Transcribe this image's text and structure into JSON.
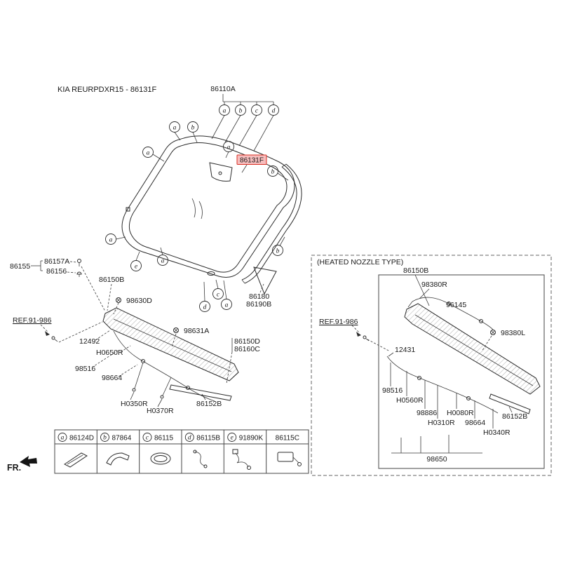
{
  "header": {
    "catalog_code": "KIA REURPDXR15 - 86131F"
  },
  "fr": {
    "label": "FR."
  },
  "callout_letters": {
    "a": "a",
    "b": "b",
    "c": "c",
    "d": "d",
    "e": "e"
  },
  "colors": {
    "highlight_bg": "#f6bdbd",
    "highlight_stroke": "#d93025",
    "highlight_text": "#a31515"
  },
  "main": {
    "assembly": "86110A",
    "highlighted": "86131F",
    "p86155": "86155",
    "p86157A": "86157A",
    "p86156": "86156",
    "p86150B": "86150B",
    "p98630D": "98630D",
    "ref": "REF.91-986",
    "p12492": "12492",
    "p98631A": "98631A",
    "pH0650R": "H0650R",
    "p86150D": "86150D",
    "p86160C": "86160C",
    "p98516": "98516",
    "p98664": "98664",
    "pH0350R": "H0350R",
    "pH0370R": "H0370R",
    "p86152B": "86152B",
    "p86180": "86180",
    "p86190B": "86190B"
  },
  "heated": {
    "title": "(HEATED NOZZLE TYPE)",
    "p86150B": "86150B",
    "p98380R": "98380R",
    "p96145": "96145",
    "p98380L": "98380L",
    "ref": "REF.91-986",
    "p12431": "12431",
    "p98516": "98516",
    "pH0560R": "H0560R",
    "p98886": "98886",
    "pH0080R": "H0080R",
    "pH0310R": "H0310R",
    "p98664": "98664",
    "pH0340R": "H0340R",
    "p86152B": "86152B",
    "p98650": "98650"
  },
  "legend": {
    "items": [
      {
        "letter": "a",
        "code": "86124D"
      },
      {
        "letter": "b",
        "code": "87864"
      },
      {
        "letter": "c",
        "code": "86115"
      },
      {
        "letter": "d",
        "code": "86115B"
      },
      {
        "letter": "e",
        "code": "91890K"
      },
      {
        "letter": "",
        "code": "86115C"
      }
    ]
  }
}
